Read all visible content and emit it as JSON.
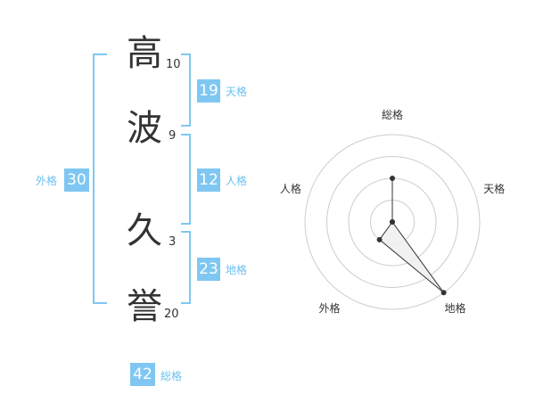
{
  "name": {
    "chars": [
      {
        "char": "高",
        "strokes": "10"
      },
      {
        "char": "波",
        "strokes": "9"
      },
      {
        "char": "久",
        "strokes": "3"
      },
      {
        "char": "誉",
        "strokes": "20"
      }
    ]
  },
  "fortune": {
    "tenkaku": {
      "value": "19",
      "label": "天格"
    },
    "jinkaku": {
      "value": "12",
      "label": "人格"
    },
    "chikaku": {
      "value": "23",
      "label": "地格"
    },
    "gaikaku": {
      "value": "30",
      "label": "外格"
    },
    "soukaku": {
      "value": "42",
      "label": "総格"
    }
  },
  "radar": {
    "axes": [
      "総格",
      "天格",
      "地格",
      "外格",
      "人格"
    ],
    "rings": 4,
    "values": [
      3,
      1,
      5,
      2,
      1
    ],
    "colors": {
      "ring": "#cccccc",
      "fill": "#efefef",
      "line": "#333333",
      "point": "#333333"
    }
  },
  "colors": {
    "accent": "#7fc7f2"
  }
}
